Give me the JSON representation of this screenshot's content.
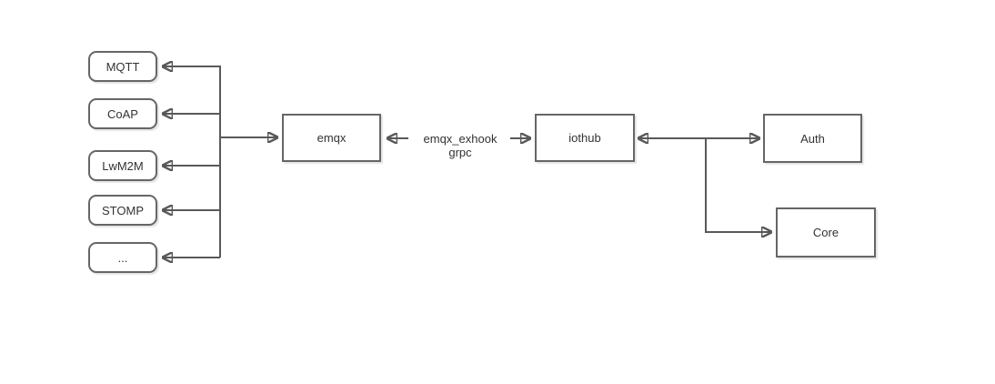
{
  "diagram": {
    "protocols": [
      "MQTT",
      "CoAP",
      "LwM2M",
      "STOMP",
      "..."
    ],
    "nodes": {
      "emqx": "emqx",
      "iothub": "iothub",
      "auth": "Auth",
      "core": "Core"
    },
    "edge_label": "emqx_exhook grpc",
    "colors": {
      "line": "#595959",
      "node_border": "#666666",
      "text": "#333333",
      "background": "#ffffff"
    }
  }
}
